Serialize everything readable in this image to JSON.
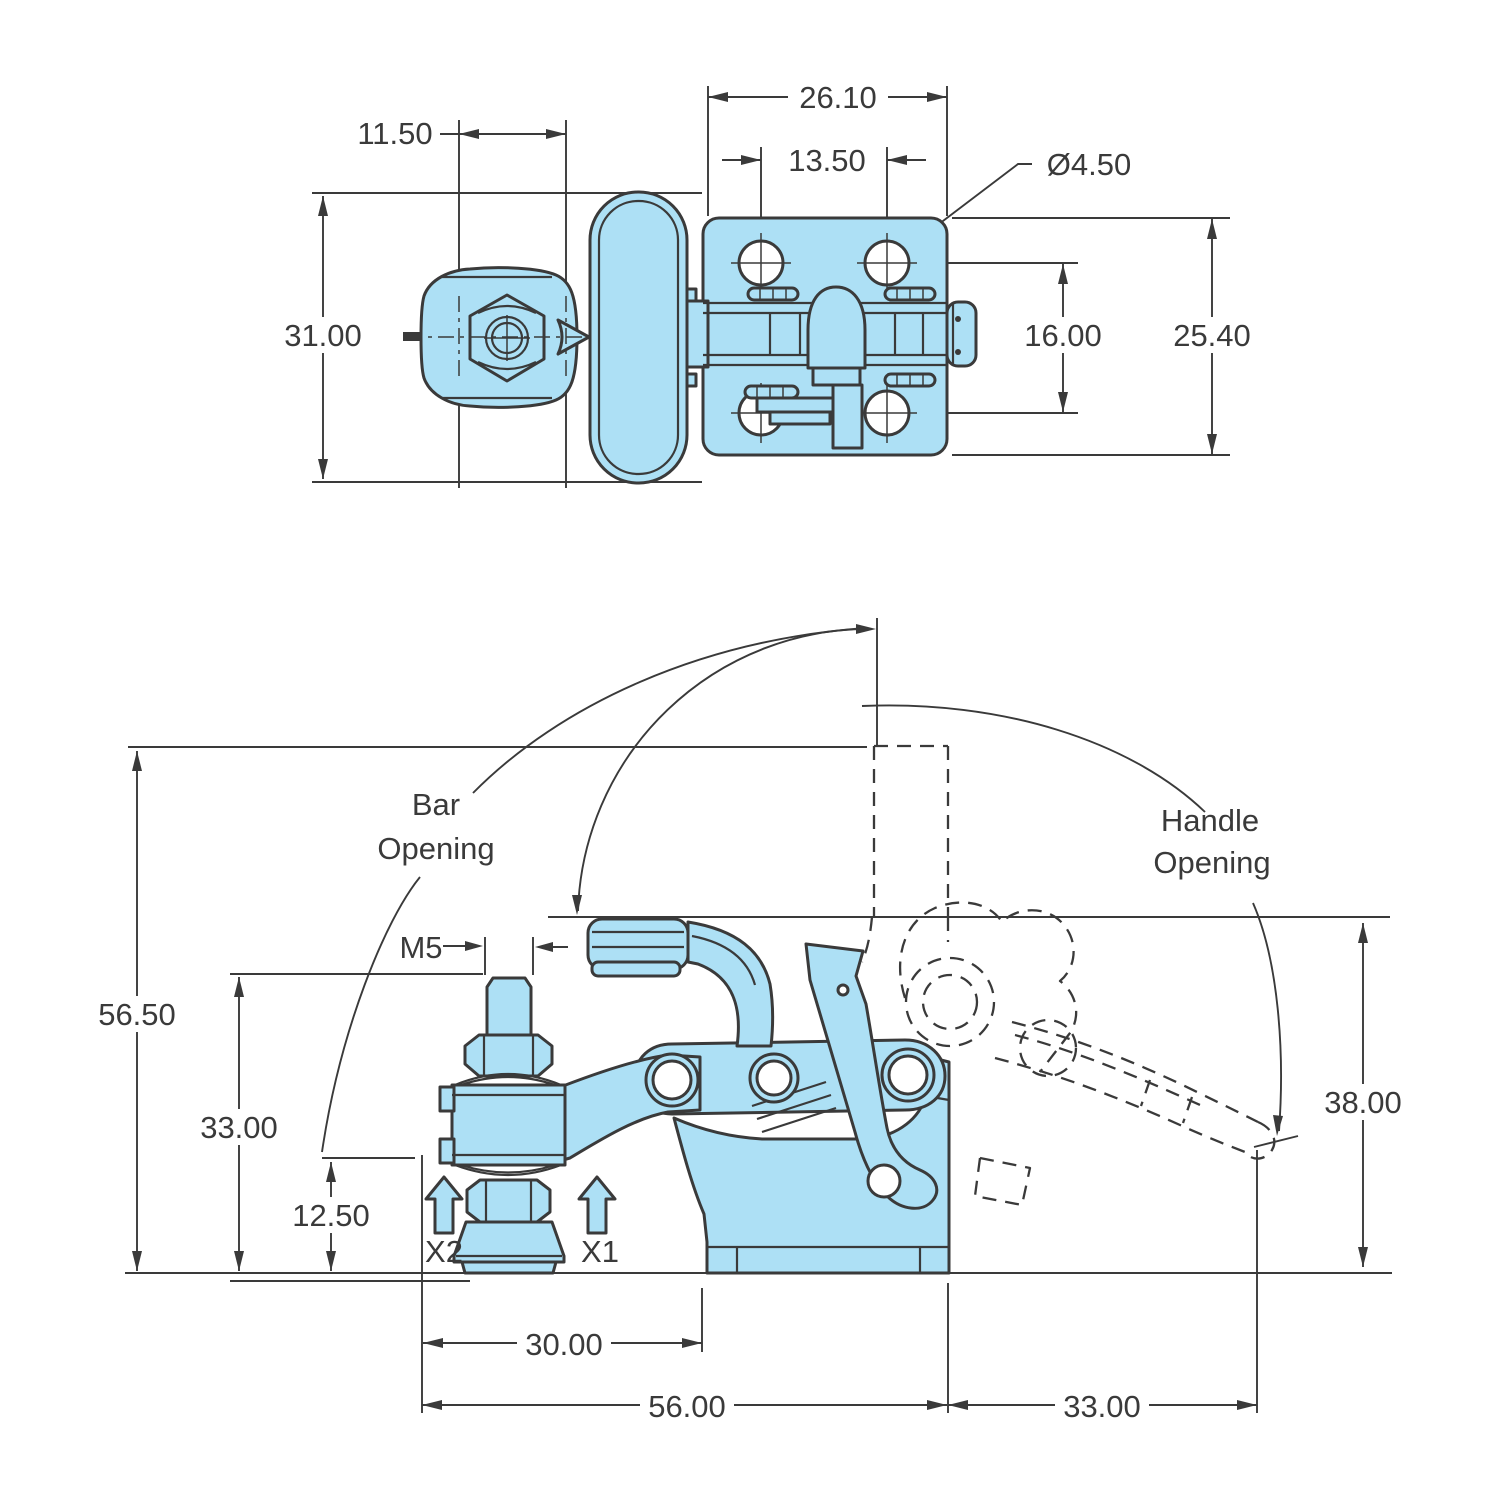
{
  "drawing_type": "toggle-clamp dimensioned engineering drawing, two views",
  "colors": {
    "part_fill": "#ade0f5",
    "line": "#3a3a3a",
    "background": "#ffffff"
  },
  "top_view": {
    "dims": {
      "bar_spacing": "11.50",
      "plate_width": "26.10",
      "hole_spacing_x": "13.50",
      "hole_diameter": "Ø4.50",
      "handle_length": "31.00",
      "hole_spacing_y": "16.00",
      "plate_height": "25.40"
    }
  },
  "side_view": {
    "labels": {
      "bar_opening_1": "Bar",
      "bar_opening_2": "Opening",
      "handle_opening_1": "Handle",
      "handle_opening_2": "Opening",
      "spindle_thread": "M5",
      "clamp_point_2": "X2",
      "clamp_point_1": "X1"
    },
    "dims": {
      "overall_height": "56.50",
      "bar_height": "33.00",
      "bar_underside_height": "12.50",
      "handle_height": "38.00",
      "spindle_offset": "30.00",
      "base_length": "56.00",
      "handle_reach": "33.00"
    }
  }
}
